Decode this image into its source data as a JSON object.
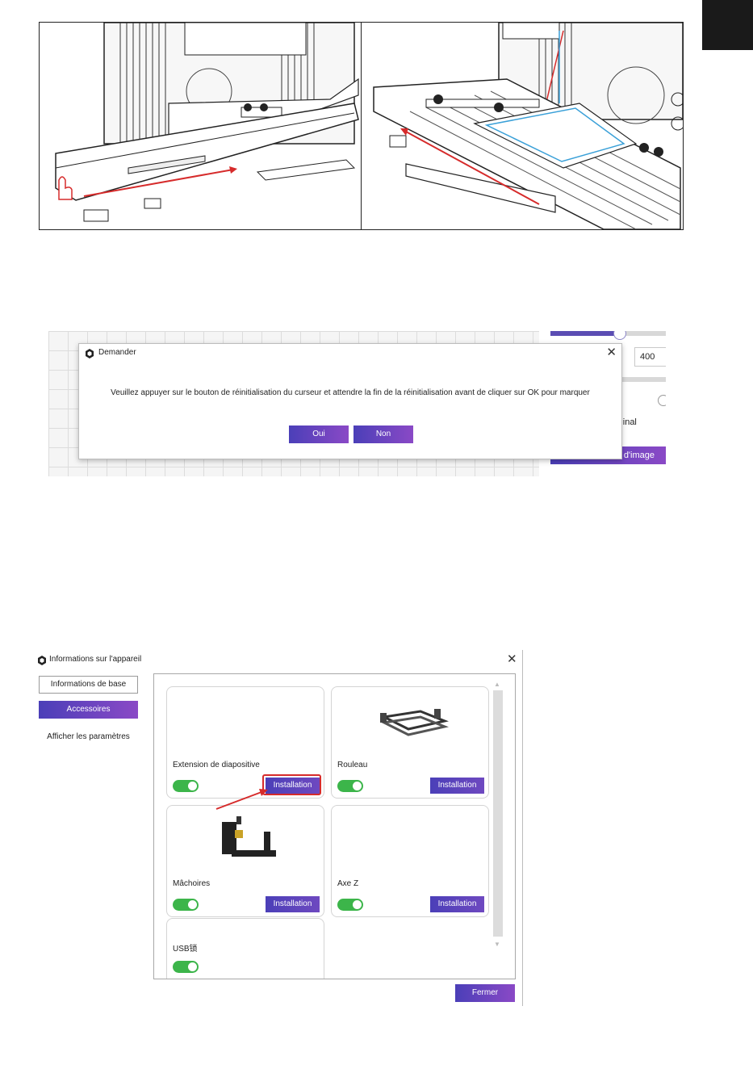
{
  "dialog": {
    "title": "Demander",
    "message": "Veuillez appuyer sur le bouton de réinitialisation du curseur et attendre la fin de la réinitialisation avant de cliquer sur OK pour marquer",
    "yes_label": "Oui",
    "no_label": "Non",
    "close_icon": "✕"
  },
  "background_panel": {
    "number_value": "400",
    "original_label": "age original",
    "image_button_label": "d'image"
  },
  "device_window": {
    "title": "Informations sur l'appareil",
    "close_icon": "✕",
    "tabs": {
      "basic": "Informations de base",
      "accessories": "Accessoires",
      "params": "Afficher les paramètres"
    },
    "accessories": [
      {
        "label": "Extension de diapositive",
        "enabled": true,
        "button": "Installation"
      },
      {
        "label": "Rouleau",
        "enabled": true,
        "button": "Installation"
      },
      {
        "label": "Mâchoires",
        "enabled": true,
        "button": "Installation"
      },
      {
        "label": "Axe Z",
        "enabled": true,
        "button": "Installation"
      },
      {
        "label": "USB锁",
        "enabled": true
      }
    ],
    "close_button": "Fermer"
  },
  "colors": {
    "accent_start": "#4b3fb8",
    "accent_end": "#8a49c6",
    "toggle_on": "#3cb54a",
    "highlight": "#d62b2b"
  }
}
